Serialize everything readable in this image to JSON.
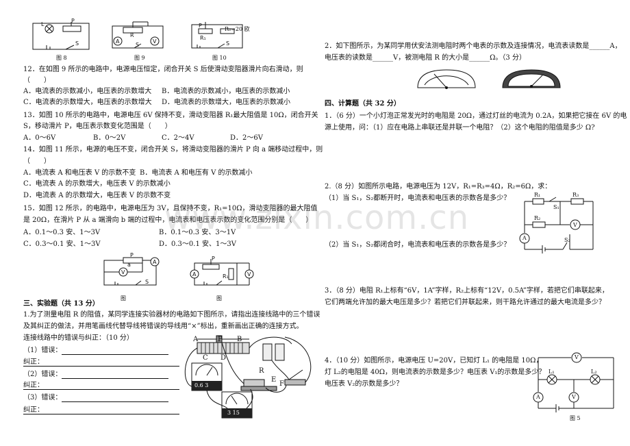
{
  "left": {
    "fig8_caption": "图 8",
    "fig9_caption": "图 9",
    "fig10_caption": "图 10",
    "fig10_label": "R₀=20 欧",
    "q12": {
      "line1": "12．在如图 9 所示的电路中，电源电压恒定，闭合开关 S 后使滑动变阻器滑片向右滑动，则",
      "paren": "（　　）",
      "optA": "A．电流表的示数减小，电压表的示数增大",
      "optB": "B．电流表的示数减小，电压表的示数减小",
      "optC": "C．电流表的示数增大，电压表的示数增大",
      "optD": "D．电流表的示数增大，电压表的示数减小"
    },
    "q13": {
      "line1": "13．如图 10 所示的电路中，电源电压 6V 保持不变，滑动变阻器 R₁最大阻值是 10Ω，闭合开关",
      "line2": "S，移动滑片 P，电压表示数变化范围是（　　）",
      "optA": "A．0～6V",
      "optB": "B．0～2V",
      "optC": "C．2～4V",
      "optD": "D．2～6V"
    },
    "q14": {
      "line1": "14．如图 11 所示，电源的电压不变，闭合开关 S，将滑动变阻器的滑片 P 向 a 端移动过程中，则",
      "paren": "（　　）",
      "optA": "A．电流表 A 和电压表 V 的示数不变",
      "optB": "B．电流表 A 和电压有 V 的示数减小",
      "optC": "C．电流表 A 的示数增大，电压表 V 的示数减小",
      "optD": "D．电流表 A 的示数增大，电压表 V 的示数不变"
    },
    "q15": {
      "line1": "15．如图 12 所示，的电路中，电源电压为 3V，且保持不变，R₁=10Ω，滑动变阻器的最大阻值",
      "line2": "是 20Ω，在滑片 P 从 a 端滑向 b 端的过程中，电流表和电压表示数的变化范围分别是（　　）",
      "optA": "A．0.1～0.3 安、1～3V",
      "optB": "B．0.1～0.3 安、3～1V",
      "optC": "C．0.3～0.1 安、1～3V",
      "optD": "D．0.3～0.1 安、1～3V"
    },
    "fig11_caption": "图",
    "fig12_caption": "图",
    "section3": "三、实验题（共 13 分）",
    "exp": {
      "line1": "1.为了测量电阻 R 的阻值，某同学连接实验器材的电路如下图所示，请指出连接线路中的三个错误",
      "line2": "及其纠正的做法，并用笔画线代替导线将错误的导线用“×”标出，重新画出正确的连接方式。",
      "line3": "连接线路中的错误与纠正：（10 分）",
      "err1": "（1）错误：",
      "fix1": "纠正：",
      "err2": "（2）错误：",
      "fix2": "纠正：",
      "err3": "（3）错误：",
      "fix3": "纠正："
    },
    "apparatus": {
      "A": "A",
      "P": "P",
      "B": "B",
      "C": "C",
      "D": "D",
      "R": "R",
      "E": "E",
      "F": "F",
      "meter1": "0.6 3",
      "meter2": "3 15"
    }
  },
  "right": {
    "q2": {
      "line1": "2．如下图所示，为某同学用伏安法测电阻时两个电表的示数及连接情况，电流表读数是______A，",
      "line2": "电压表的读数是______V，被测电阻 R 的大小是______Ω。（3 分）"
    },
    "section4": "四、计算题（共 32 分）",
    "c1": {
      "line1": "1．（6 分）一个小灯泡正常发光时的电阻是 20Ω，通过灯丝的电流为 0.2A，如果把它接在 6V 的电",
      "line2": "源上使用，问：（1）应在电路上串联还是并联一个电阻？（2）这个电阻的阻值是多少 Ω?"
    },
    "c2": {
      "line1": "2.（8 分）如图所示电路，电源电压为 12V，R₁=R₃=4Ω，R₂=6Ω，求：",
      "line2": "（1）当 S₁，S₂都断开时，电流表和电压表的示数各是多少？",
      "line3": "（2）当 S₁，S₂都闭合时，电流表和电压表的示数各是多少？"
    },
    "c3": {
      "line1": "3．（8 分）电阻 R₁上标有“6V，1A”字样，R₂上标有“12V，0.5A”字样，若把它们串联起来，",
      "line2": "它们两端允许加的最大电压是多少？若把它们并联起来，则干路允许通过的最大电流是多少？"
    },
    "c4": {
      "line1": "4．（10 分）如图所示，电源电压 U=20V，已知灯 L₁ 的电阻是 10Ω，",
      "line2": "灯 L₂的电阻是 40Ω，则电流表的示数是多少？电压表 V₁的示数是多少？",
      "line3": "电压表 V₂的示数是多少？"
    },
    "fig5_caption": "图 5",
    "circuit2": {
      "R1": "R₁",
      "R2": "R₂",
      "R3": "R₃",
      "S1": "S₁",
      "S2": "S₂",
      "A": "A",
      "V": "V"
    },
    "circuit4": {
      "L1": "L₁",
      "L2": "L₂",
      "A": "A",
      "V": "V"
    }
  },
  "watermark": "www.zixin.com.cn"
}
